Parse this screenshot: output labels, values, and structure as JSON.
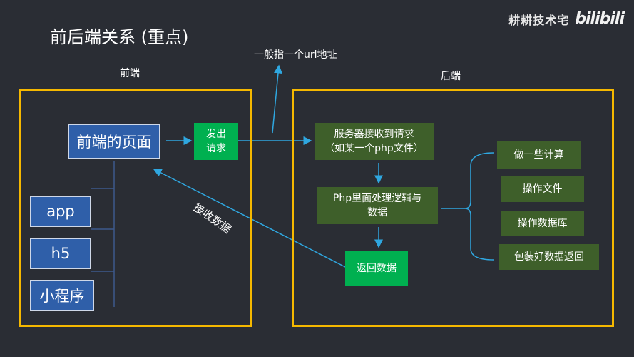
{
  "title": "前后端关系 (重点)",
  "watermark": {
    "text": "耕耕技术宅",
    "logo": "bilibili"
  },
  "url_note": "一般指一个url地址",
  "frontend": {
    "label": "前端",
    "page": "前端的页面",
    "clients": [
      "app",
      "h5",
      "小程序"
    ]
  },
  "request": "发出\n请求",
  "receive": "接收数据",
  "backend": {
    "label": "后端",
    "server_receive": "服务器接收到请求\n（如某一个php文件）",
    "php_logic": "Php里面处理逻辑与\n数据",
    "return_data": "返回数据",
    "tasks": [
      "做一些计算",
      "操作文件",
      "操作数据库",
      "包装好数据返回"
    ]
  },
  "colors": {
    "panel_border": "#f5b800",
    "arrow": "#2fa7e0",
    "blue_box": "#2f5fa9",
    "green": "#3e5f2a",
    "bright_green": "#00b050"
  }
}
